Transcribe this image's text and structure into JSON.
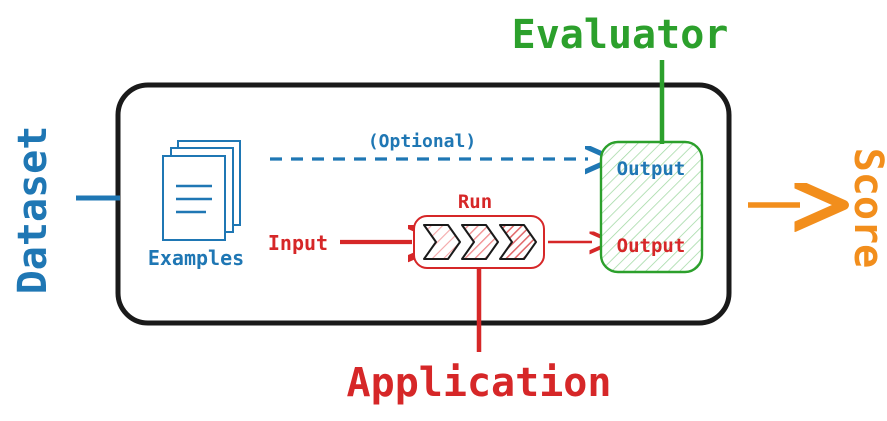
{
  "diagram": {
    "title": "Evaluation pipeline overview",
    "type": "flow-diagram",
    "colors": {
      "blue": "#1f77b4",
      "red": "#d62728",
      "green": "#2ca02c",
      "orange": "#f28e1c",
      "black": "#1a1a1a",
      "white": "#ffffff"
    },
    "outer_labels": {
      "dataset": "Dataset",
      "evaluator": "Evaluator",
      "application": "Application",
      "score": "Score"
    },
    "nodes": {
      "examples": "Examples",
      "input": "Input",
      "run": "Run",
      "optional": "(Optional)",
      "output_top": "Output",
      "output_bottom": "Output"
    },
    "edges": [
      {
        "name": "dataset-to-box",
        "label": "",
        "style": "solid",
        "color": "#1f77b4"
      },
      {
        "name": "examples-to-output",
        "label": "(Optional)",
        "style": "dashed",
        "color": "#1f77b4"
      },
      {
        "name": "input-to-run",
        "label": "Input",
        "style": "solid",
        "color": "#d62728"
      },
      {
        "name": "run-to-output",
        "label": "",
        "style": "solid",
        "color": "#d62728"
      },
      {
        "name": "application-to-run",
        "label": "Application",
        "style": "solid",
        "color": "#d62728"
      },
      {
        "name": "evaluator-to-output",
        "label": "Evaluator",
        "style": "solid",
        "color": "#2ca02c"
      },
      {
        "name": "output-to-score",
        "label": "Score",
        "style": "solid",
        "color": "#f28e1c"
      }
    ]
  }
}
